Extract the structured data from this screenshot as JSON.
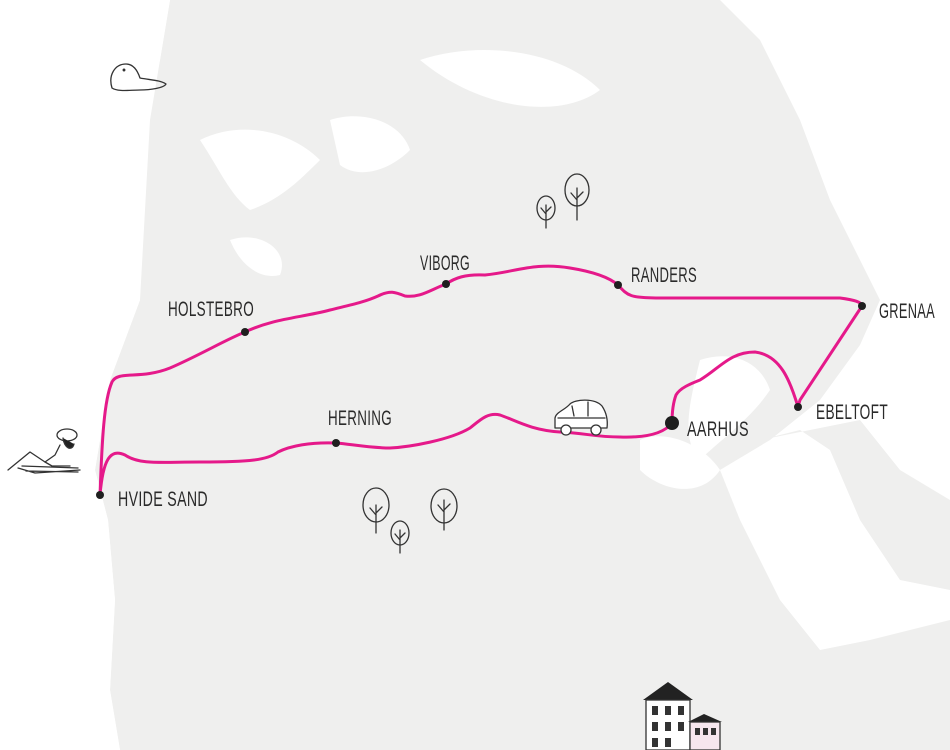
{
  "colors": {
    "land": "#efefee",
    "water": "#ffffff",
    "route": "#e5198a",
    "marker": "#1f1f1f"
  },
  "cities": {
    "holstebro": "HOLSTEBRO",
    "viborg": "VIBORG",
    "randers": "RANDERS",
    "grenaa": "GRENAA",
    "ebeltoft": "EBELTOFT",
    "aarhus": "AARHUS",
    "herning": "HERNING",
    "hvide_sand": "HVIDE SAND"
  },
  "icons": [
    "seal-icon",
    "tree-icon",
    "car-icon",
    "sunbather-icon",
    "houses-icon"
  ]
}
